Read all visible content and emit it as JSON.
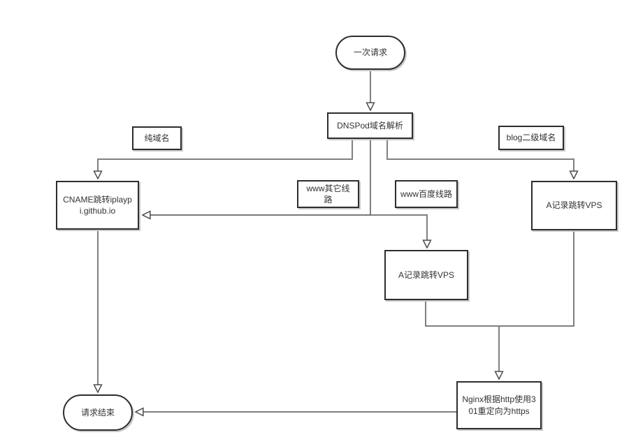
{
  "diagram": {
    "type": "flowchart",
    "topic": "DNSPod domain resolution request flow"
  },
  "nodes": {
    "start": {
      "label": "一次请求",
      "shape": "terminator"
    },
    "dnspod": {
      "label": "DNSPod域名解析",
      "shape": "process"
    },
    "label_pure": {
      "label": "纯域名",
      "shape": "label"
    },
    "label_blog": {
      "label": "blog二级域名",
      "shape": "label"
    },
    "label_www_other": {
      "label": "www其它线路",
      "shape": "label"
    },
    "label_www_baidu": {
      "label": "www百度线路",
      "shape": "label"
    },
    "cname": {
      "label": "CNAME跳转iplaypi.github.io",
      "shape": "process"
    },
    "vps_mid": {
      "label": "A记录跳转VPS",
      "shape": "process"
    },
    "vps_right": {
      "label": "A记录跳转VPS",
      "shape": "process"
    },
    "nginx": {
      "label": "Nginx根据http使用301重定向为https",
      "shape": "process"
    },
    "end": {
      "label": "请求结束",
      "shape": "terminator"
    }
  },
  "edges": [
    {
      "from": "start",
      "to": "dnspod"
    },
    {
      "from": "dnspod",
      "to": "cname",
      "via_label": "纯域名"
    },
    {
      "from": "dnspod",
      "to": "cname",
      "via_label": "www其它线路"
    },
    {
      "from": "dnspod",
      "to": "vps_mid",
      "via_label": "www百度线路"
    },
    {
      "from": "dnspod",
      "to": "vps_right",
      "via_label": "blog二级域名"
    },
    {
      "from": "cname",
      "to": "end"
    },
    {
      "from": "vps_mid",
      "to": "nginx"
    },
    {
      "from": "vps_right",
      "to": "nginx"
    },
    {
      "from": "nginx",
      "to": "end"
    }
  ],
  "colors": {
    "background": "#ffffff",
    "node_border": "#2d2d2d",
    "connector": "#808080",
    "connector_dark": "#4d4d4d",
    "arrowhead_fill": "#ffffff",
    "text": "#333333"
  }
}
